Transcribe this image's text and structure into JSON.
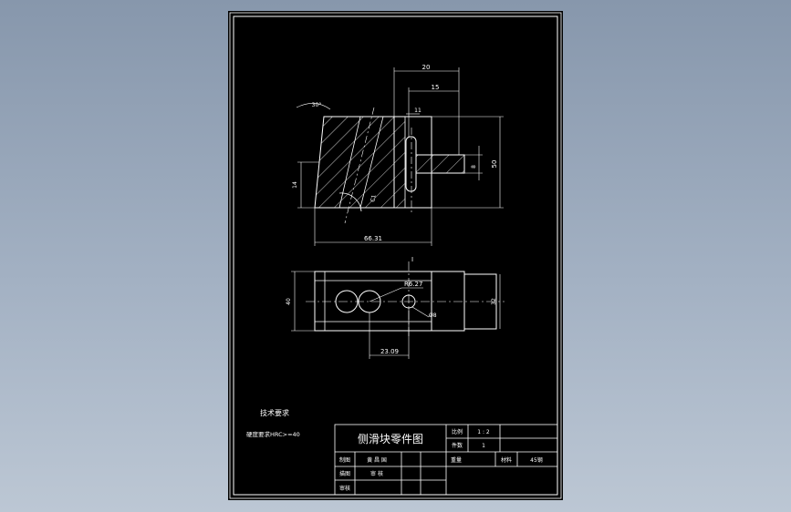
{
  "colors": {
    "background_top": "#8797ac",
    "background_bottom": "#bcc7d4",
    "sheet": "#000000",
    "lines": "#ffffff"
  },
  "front_view": {
    "dim_top": "20",
    "dim_mid": "15",
    "dim_small": "11",
    "dim_angle": "30°",
    "dim_left": "14",
    "dim_right_small": "8",
    "dim_right_large": "50",
    "dim_bottom": "66.31",
    "dim_radius": "C1"
  },
  "top_view": {
    "dim_left": "40",
    "dim_right": "32",
    "dim_r": "R6.27",
    "dim_d": "Ø8",
    "dim_bottom": "23.09",
    "section_mark": "I"
  },
  "notes": {
    "title": "技术要求",
    "line1": "硬度要求HRC>=40"
  },
  "title_block": {
    "part_name": "侧滑块零件图",
    "scale_label": "比例",
    "scale_value": "1 : 2",
    "qty_label": "件数",
    "qty_value": "1",
    "weight_label": "重量",
    "material_label": "材料",
    "material_value": "45钢",
    "drawn_label": "制图",
    "drawn_value": "黄 昌 国",
    "check_label": "描图",
    "check_value": "审 核",
    "review_label": "审核"
  }
}
